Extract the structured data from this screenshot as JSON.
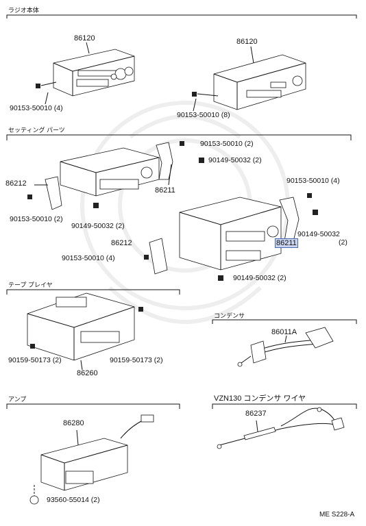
{
  "sections": {
    "radio_body": "ラジオ本体",
    "setting_parts": "セッティング パーツ",
    "tape_player": "テープ プレイヤ",
    "condenser": "コンデンサ",
    "amp": "アンプ",
    "vzn130_condenser_wire": "VZN130 コンデンサ  ワイヤ"
  },
  "parts": {
    "radio_left": "86120",
    "radio_right": "86120",
    "screw_left": "90153-50010 (4)",
    "screw_right": "90153-50010 (8)",
    "bracket_top_screw": "90153-50010 (2)",
    "bracket_top_bolt": "90149-50032 (2)",
    "bracket_top": "86211",
    "bracket_left": "86212",
    "bracket_left_screw": "90153-50010 (2)",
    "bracket_left_bolt": "90149-50032 (2)",
    "bracket_right_screw": "90153-50010 (4)",
    "bracket_right": "86211",
    "bracket_right_bolt": "90149-50032",
    "bracket_right_bolt_qty": "(2)",
    "bracket_lower": "86212",
    "bracket_lower_screw": "90153-50010 (4)",
    "bracket_lower_bolt": "90149-50032 (2)",
    "tape_screw_left": "90159-50173 (2)",
    "tape_screw_right": "90159-50173 (2)",
    "tape_player": "86260",
    "condenser": "86011A",
    "amp": "86280",
    "amp_screw": "93560-55014 (2)",
    "wire": "86237"
  },
  "reference": "ME S228-A",
  "colors": {
    "highlight_fill": "#c9d4ee",
    "highlight_border": "#4a64b4",
    "ink": "#111111"
  }
}
